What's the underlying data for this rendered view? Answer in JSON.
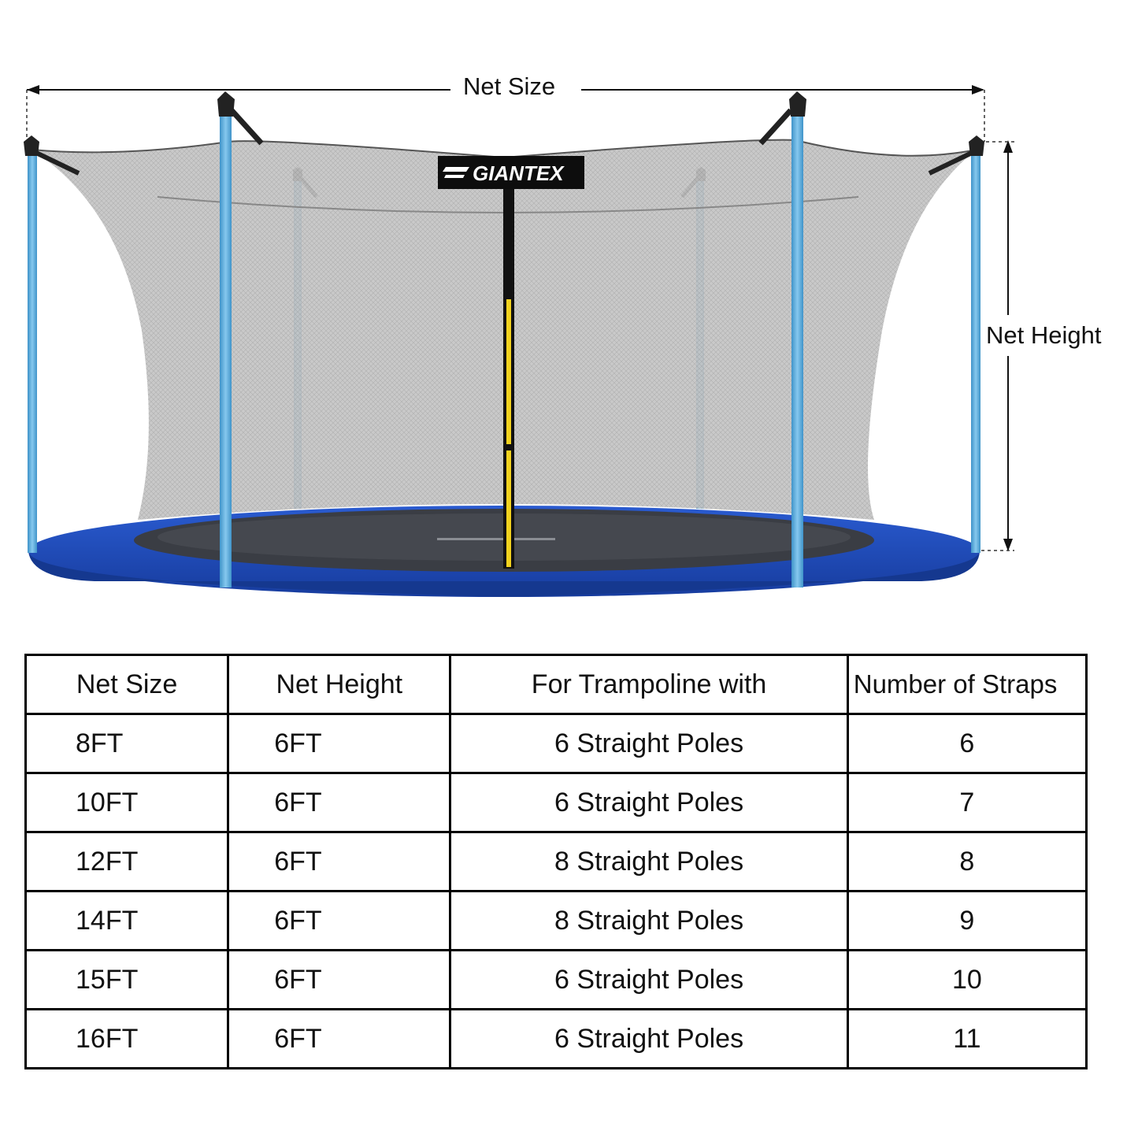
{
  "diagram": {
    "net_size_label": "Net Size",
    "net_height_label": "Net Height",
    "brand_logo": "GIANTEX"
  },
  "colors": {
    "pad_blue": "#1f4fc4",
    "pole_blue": "#5ab0e0",
    "net_gray": "#b9b9b9",
    "zipper_yellow": "#f2d21e"
  },
  "table": {
    "headers": [
      "Net Size",
      "Net Height",
      "For Trampoline with",
      "Number of Straps"
    ],
    "rows": [
      {
        "size": "8FT",
        "height": "6FT",
        "poles": "6 Straight Poles",
        "straps": "6"
      },
      {
        "size": "10FT",
        "height": "6FT",
        "poles": "6 Straight Poles",
        "straps": "7"
      },
      {
        "size": "12FT",
        "height": "6FT",
        "poles": "8 Straight Poles",
        "straps": "8"
      },
      {
        "size": "14FT",
        "height": "6FT",
        "poles": "8 Straight Poles",
        "straps": "9"
      },
      {
        "size": "15FT",
        "height": "6FT",
        "poles": "6 Straight Poles",
        "straps": "10"
      },
      {
        "size": "16FT",
        "height": "6FT",
        "poles": "6 Straight Poles",
        "straps": "11"
      }
    ]
  }
}
